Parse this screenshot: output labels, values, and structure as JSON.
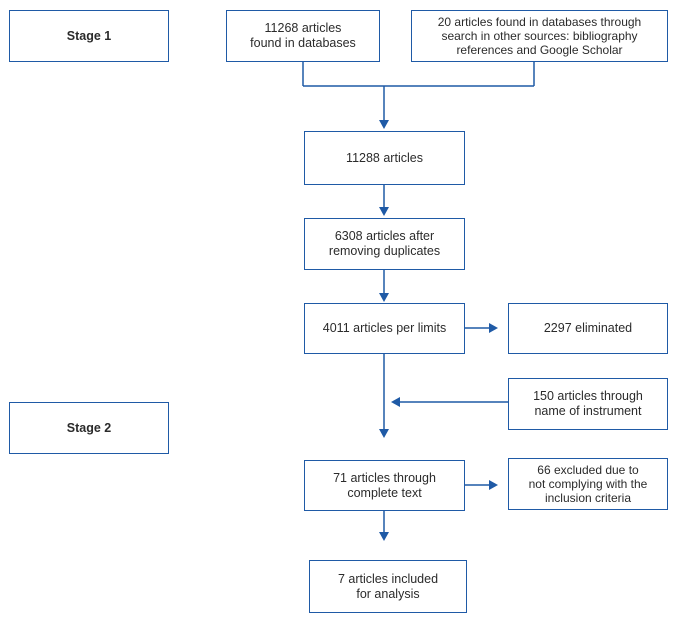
{
  "stages": {
    "stage1": "Stage 1",
    "stage2": "Stage 2"
  },
  "boxes": {
    "databases": "11268 articles\nfound in databases",
    "other_sources": "20 articles found in databases through\nsearch in other sources: bibliography\nreferences and Google Scholar",
    "total": "11288 articles",
    "no_duplicates": "6308 articles after\nremoving duplicates",
    "per_limits": "4011 articles per limits",
    "eliminated": "2297 eliminated",
    "instrument_name": "150 articles through\nname of instrument",
    "complete_text": "71 articles through\ncomplete text",
    "excluded": "66 excluded due to\nnot complying with the\ninclusion criteria",
    "included": "7 articles included\nfor analysis"
  },
  "colors": {
    "border": "#1f5aa6",
    "arrow": "#1f5aa6",
    "text": "#2b2b2b"
  }
}
